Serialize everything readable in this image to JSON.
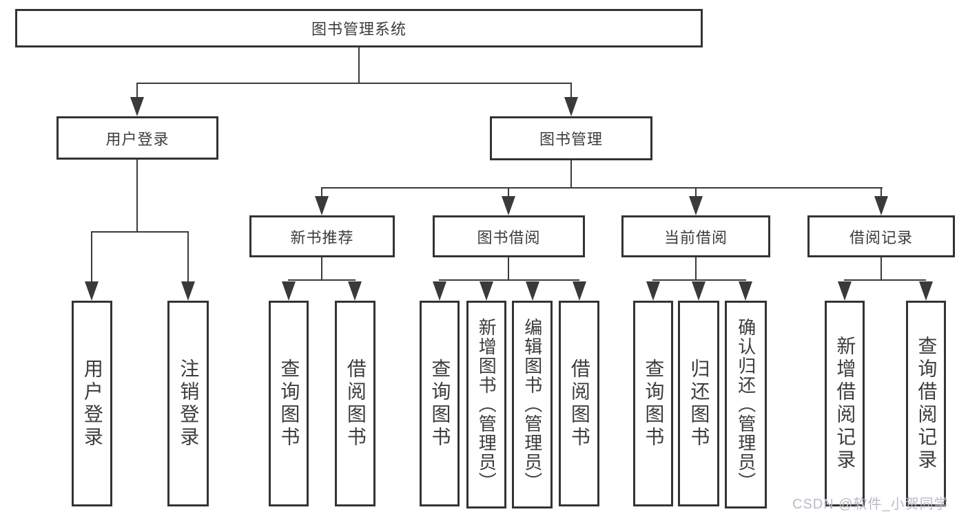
{
  "diagram": {
    "root": {
      "label": "图书管理系统"
    },
    "branches": [
      {
        "label": "用户登录",
        "children": [
          {
            "label": "用户登录"
          },
          {
            "label": "注销登录"
          }
        ]
      },
      {
        "label": "图书管理",
        "groups": [
          {
            "label": "新书推荐",
            "children": [
              {
                "label": "查询图书"
              },
              {
                "label": "借阅图书"
              }
            ]
          },
          {
            "label": "图书借阅",
            "children": [
              {
                "label": "查询图书"
              },
              {
                "label": "新增图书（管理员）"
              },
              {
                "label": "编辑图书（管理员）"
              },
              {
                "label": "借阅图书"
              }
            ]
          },
          {
            "label": "当前借阅",
            "children": [
              {
                "label": "查询图书"
              },
              {
                "label": "归还图书"
              },
              {
                "label": "确认归还（管理员）"
              }
            ]
          },
          {
            "label": "借阅记录",
            "children": [
              {
                "label": "新增借阅记录"
              },
              {
                "label": "查询借阅记录"
              }
            ]
          }
        ]
      }
    ]
  },
  "watermark": {
    "text": "CSDN @软件_小贺同学"
  },
  "colors": {
    "line": "#3a3a3a",
    "box_border": "#333333",
    "text": "#3c3c3c",
    "watermark_text": "#b7bbc2",
    "background": "#ffffff"
  }
}
